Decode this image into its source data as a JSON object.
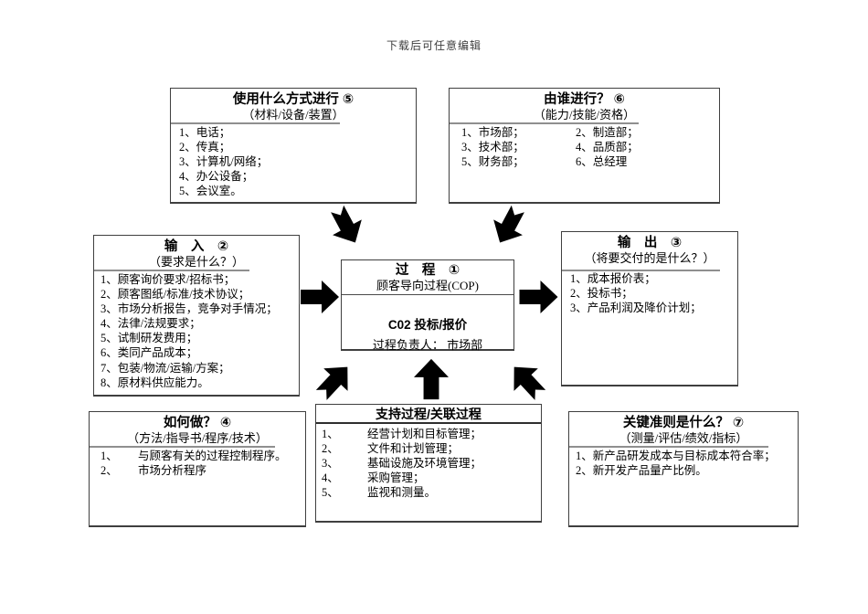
{
  "page": {
    "header_note": "下载后可任意编辑"
  },
  "colors": {
    "text": "#000000",
    "border": "#3f3f3f",
    "underline": "#8f8f8f",
    "arrow": "#000000",
    "background": "#ffffff"
  },
  "arrows": {
    "top_left": "down-right",
    "top_right": "down-left",
    "input": "right",
    "output": "right",
    "bottom_left": "up-right",
    "bottom_middle": "up",
    "bottom_right": "up-left"
  },
  "boxes": {
    "method": {
      "title": "使用什么方式进行 ⑤",
      "subtitle": "（材料/设备/装置）",
      "items": [
        "1、电话；",
        "2、传真；",
        "3、计算机/网络；",
        "4、办公设备；",
        "5、会议室。"
      ]
    },
    "who": {
      "title": "由谁进行？ ⑥",
      "subtitle": "（能力/技能/资格）",
      "left": [
        "1、市场部；",
        "3、技术部；",
        "5、财务部；"
      ],
      "right": [
        "2、制造部；",
        "4、品质部；",
        "6、总经理"
      ]
    },
    "input": {
      "title": "输　入　②",
      "subtitle": "（要求是什么？）",
      "items": [
        "1、顾客询价要求/招标书；",
        "2、顾客图纸/标准/技术协议；",
        "3、市场分析报告，竞争对手情况；",
        "4、法律/法规要求；",
        "5、试制研发费用；",
        "6、类同产品成本；",
        "7、包装/物流/运输/方案；",
        "8、原材料供应能力。"
      ]
    },
    "process": {
      "title": "过　程　①",
      "subtitle": "顾客导向过程(COP)",
      "name": "C02 投标/报价",
      "owner": "过程负责人： 市场部"
    },
    "output": {
      "title": "输　出　③",
      "subtitle": "（将要交付的是什么？）",
      "items": [
        "1、成本报价表；",
        "2、投标书；",
        "3、产品利润及降价计划；"
      ]
    },
    "how": {
      "title": "如何做？ ④",
      "subtitle": "（方法/指导书/程序/技术）",
      "items": [
        {
          "num": "1、",
          "text": "与顾客有关的过程控制程序。"
        },
        {
          "num": "2、",
          "text": "市场分析程序"
        }
      ]
    },
    "support": {
      "title": "支持过程/关联过程",
      "items": [
        {
          "num": "1、",
          "text": "经营计划和目标管理；"
        },
        {
          "num": "2、",
          "text": "文件和计划管理；"
        },
        {
          "num": "3、",
          "text": "基础设施及环境管理；"
        },
        {
          "num": "4、",
          "text": "采购管理；"
        },
        {
          "num": "5、",
          "text": "监视和测量。"
        }
      ]
    },
    "criteria": {
      "title": "关键准则是什么？ ⑦",
      "subtitle": "（测量/评估/绩效/指标）",
      "items": [
        "1、新产品研发成本与目标成本符合率；",
        "2、新开发产品量产比例。"
      ]
    }
  }
}
